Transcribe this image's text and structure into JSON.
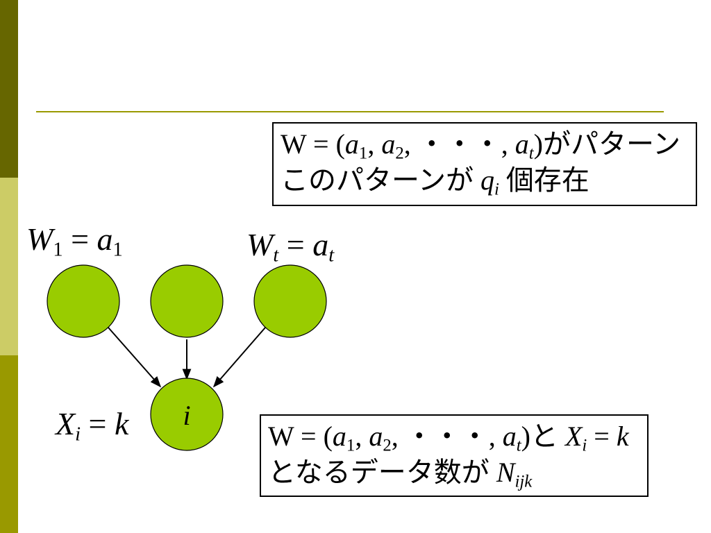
{
  "slide": {
    "accent_colors": {
      "sidebar_dark": "#666600",
      "sidebar_light": "#cccc66",
      "sidebar_mid": "#999900",
      "rule": "#999900",
      "node_fill": "#99cc00"
    }
  },
  "pattern_box": {
    "w_symbol": "W",
    "eq": "=",
    "lparen": "(",
    "a": "a",
    "sub1": "1",
    "comma": ",",
    "sub2": "2",
    "dots": "・・・",
    "subt": "t",
    "rparen": ")",
    "suffix1": "がパターン",
    "line2_prefix": "このパターンが",
    "q": "q",
    "qsub": "i",
    "line2_suffix": "個存在"
  },
  "labels": {
    "w1": {
      "W": "W",
      "sub": "1",
      "eq": "=",
      "a": "a",
      "asub": "1"
    },
    "wt": {
      "W": "W",
      "sub": "t",
      "eq": "=",
      "a": "a",
      "asub": "t"
    },
    "xi": {
      "X": "X",
      "sub": "i",
      "eq": "=",
      "k": "k"
    }
  },
  "nodes": {
    "child_label": "i",
    "icons": [
      "circle-node",
      "arrow-icon"
    ]
  },
  "count_box": {
    "w_symbol": "W",
    "eq": "=",
    "lparen": "(",
    "a": "a",
    "sub1": "1",
    "comma": ",",
    "sub2": "2",
    "dots": "・・・",
    "subt": "t",
    "rparen": ")",
    "to": "と",
    "X": "X",
    "xsub": "i",
    "k": "k",
    "line2_prefix": "となるデータ数が",
    "N": "N",
    "nsub": "ijk"
  }
}
